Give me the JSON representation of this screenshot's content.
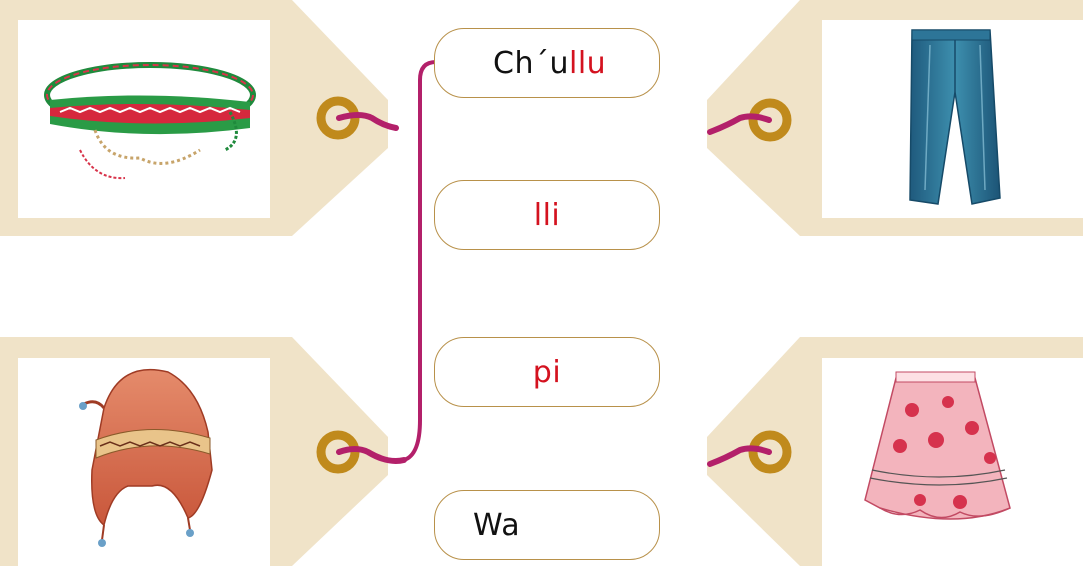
{
  "exercise": {
    "tags": [
      {
        "picture": "woven-belt"
      },
      {
        "picture": "blue-pants"
      },
      {
        "picture": "knitted-hat-chullo"
      },
      {
        "picture": "pink-floral-skirt"
      }
    ],
    "words": [
      {
        "prefix": "Ch´u",
        "suffix": "llu"
      },
      {
        "prefix": "",
        "suffix": "lli"
      },
      {
        "prefix": "",
        "suffix": "pi"
      },
      {
        "prefix": "Wa",
        "suffix": ""
      }
    ]
  },
  "colors": {
    "tag_background": "#f0e3c8",
    "eyelet": "#c08a1c",
    "string": "#b3206a",
    "box_border": "#b8914a",
    "highlight_text": "#d4121f"
  }
}
